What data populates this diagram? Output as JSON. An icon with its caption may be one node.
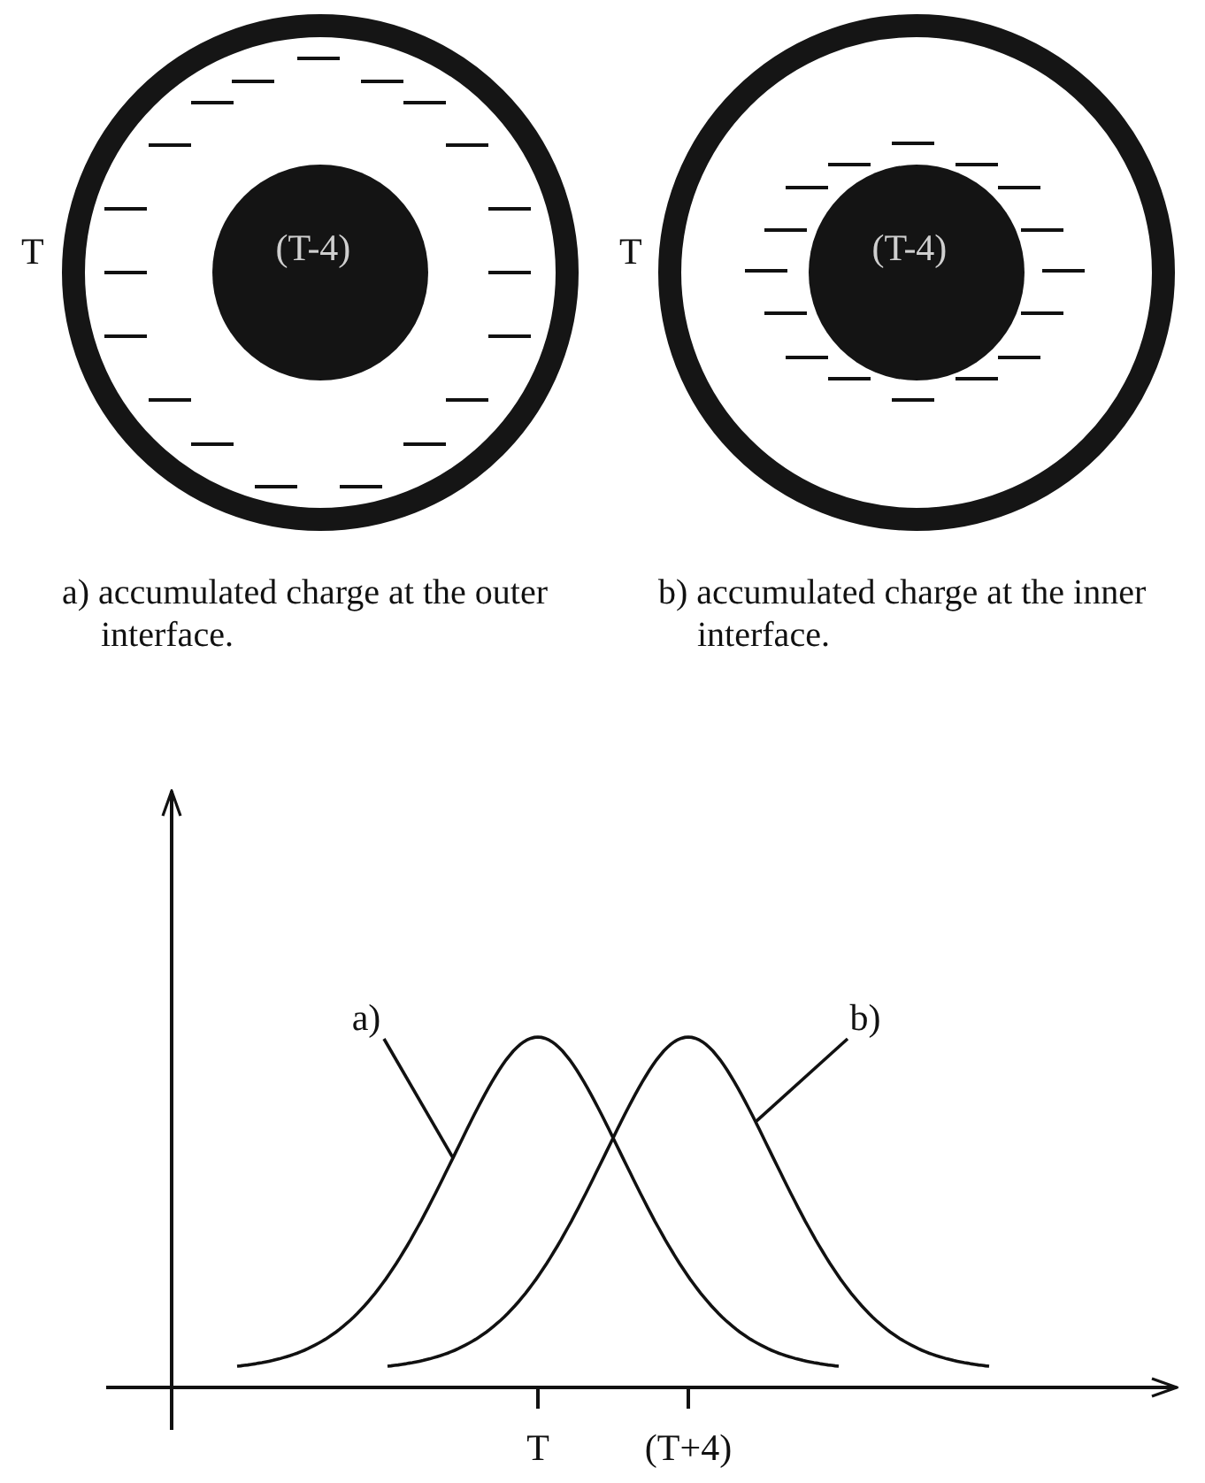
{
  "diagram": {
    "nodes": [
      {
        "text": [],
        "shape": "circle",
        "beside": [
          "T"
        ]
      },
      {
        "text": [
          "(T-4)"
        ],
        "in": 0
      },
      {
        "text": [],
        "shape": "circle",
        "beside": [
          "T"
        ]
      },
      {
        "text": [
          "(T-4)"
        ],
        "in": 2
      },
      {
        "text": [
          "a)"
        ]
      },
      {
        "text": [],
        "shape": "curve"
      },
      {
        "text": [
          "b)"
        ]
      },
      {
        "text": [],
        "shape": "curve"
      }
    ],
    "edges": [
      {
        "from": 4,
        "to": 5,
        "arrow": "none"
      },
      {
        "from": 6,
        "to": 7,
        "arrow": "none"
      }
    ],
    "labels": [
      "a) accumulated charge at the outer interface.",
      "b) accumulated charge at the inner interface.",
      "T",
      "(T+4)"
    ]
  }
}
